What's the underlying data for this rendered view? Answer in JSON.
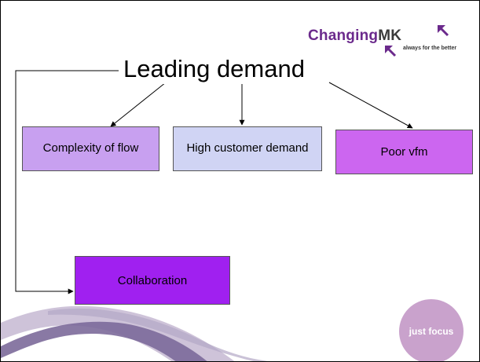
{
  "logo": {
    "brand_word": "Changing",
    "brand_suffix": "MK",
    "tagline": "always for the better",
    "brand_color": "#6b2a8c"
  },
  "title": "Leading demand",
  "boxes": {
    "complexity": {
      "label": "Complexity of flow",
      "color": "#c8a0f0"
    },
    "high_demand": {
      "label": "High customer demand",
      "color": "#d0d4f4"
    },
    "vfm": {
      "label": "Poor vfm",
      "color": "#cc66f0"
    },
    "collaboration": {
      "label": "Collaboration",
      "color": "#a020f0"
    }
  },
  "badge": {
    "text": "just focus",
    "color": "#c9a2cc"
  }
}
